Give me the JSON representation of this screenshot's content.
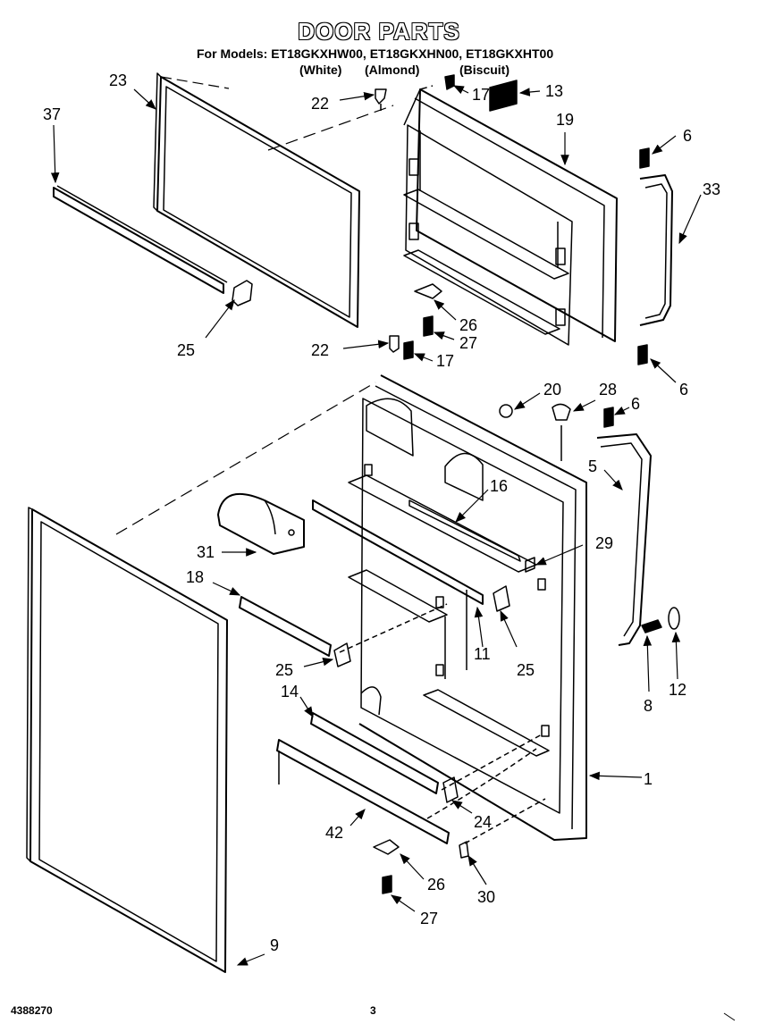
{
  "header": {
    "title": "DOOR PARTS",
    "models": "For Models: ET18GKXHW00, ET18GKXHN00, ET18GKXHT00",
    "colors": [
      "(White)",
      "(Almond)",
      "(Biscuit)"
    ]
  },
  "footer": {
    "doc_number": "4388270",
    "page_number": "3"
  },
  "callouts": {
    "c23": "23",
    "c37": "37",
    "c22a": "22",
    "c17a": "17",
    "c13": "13",
    "c19": "19",
    "c6a": "6",
    "c33": "33",
    "c25a": "25",
    "c26a": "26",
    "c27a": "27",
    "c6b": "6",
    "c22b": "22",
    "c17b": "17",
    "c20": "20",
    "c28": "28",
    "c6c": "6",
    "c5": "5",
    "c16": "16",
    "c31": "31",
    "c29": "29",
    "c18": "18",
    "c11": "11",
    "c25b": "25",
    "c25c": "25",
    "c8": "8",
    "c12": "12",
    "c14": "14",
    "c1": "1",
    "c24": "24",
    "c42": "42",
    "c26b": "26",
    "c30": "30",
    "c27b": "27",
    "c9": "9"
  }
}
